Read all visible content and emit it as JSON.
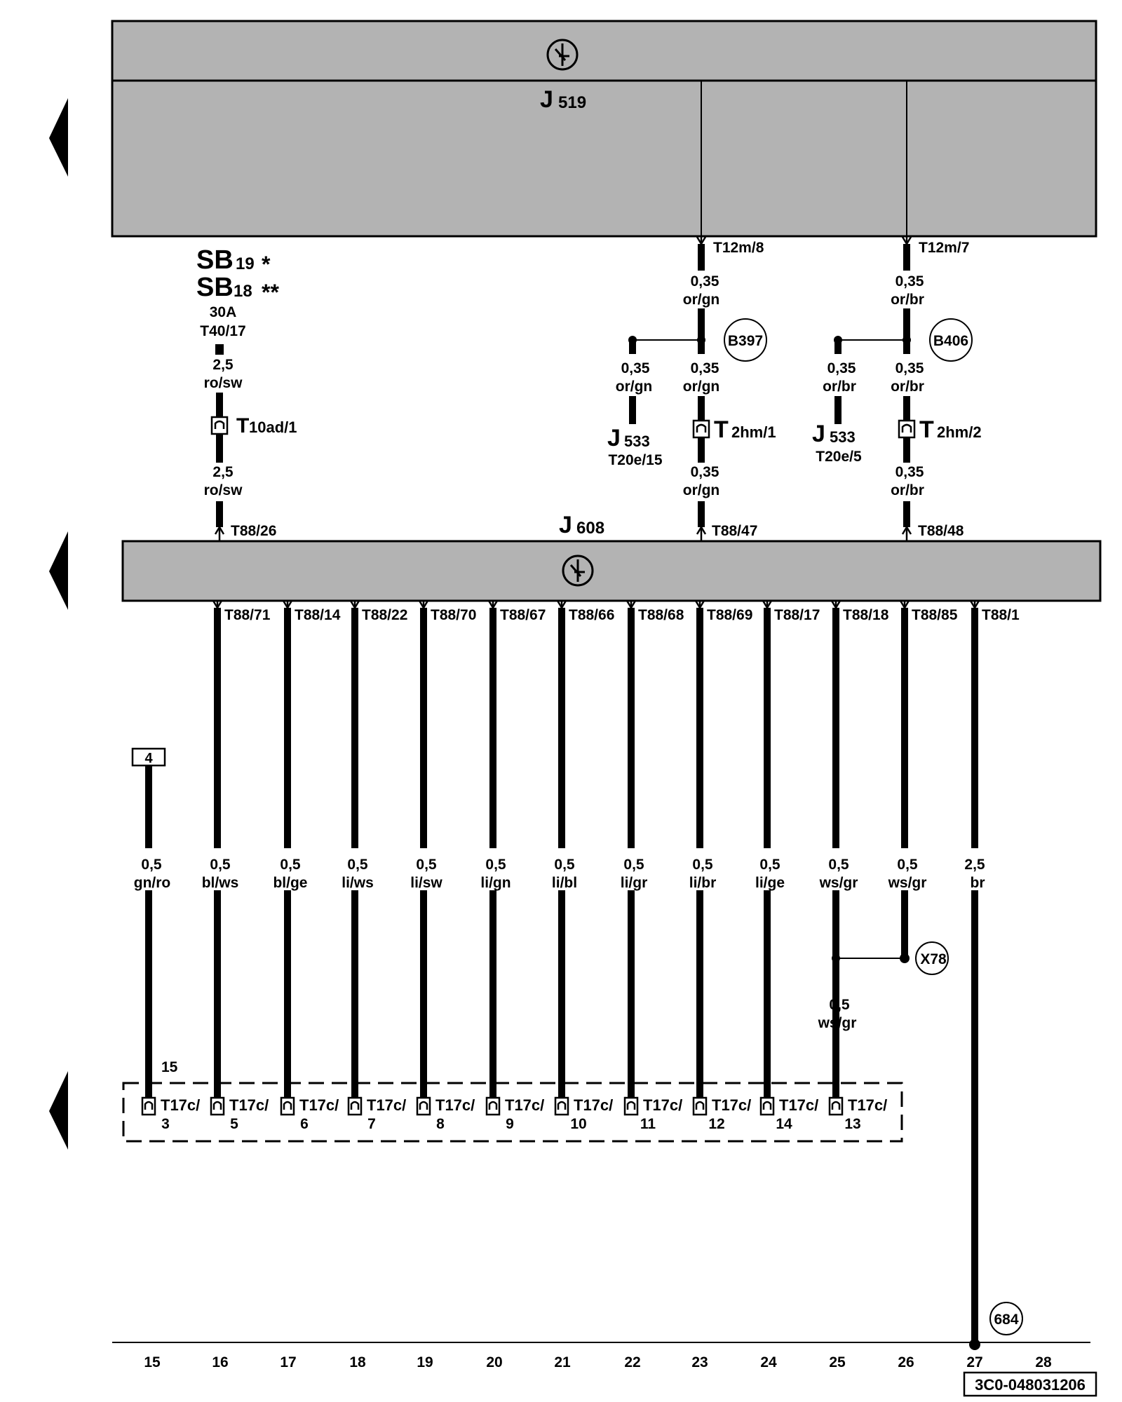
{
  "modules": {
    "j519": {
      "letter": "J",
      "sub": "519"
    },
    "j608": {
      "letter": "J",
      "sub": "608"
    }
  },
  "fuse": {
    "line1": "SB",
    "line1_sub": "19",
    "line1_mark": "*",
    "line2": "SB",
    "line2_sub": "18",
    "line2_mark": "**",
    "rating": "30A",
    "pin": "T40/17",
    "wire_top": {
      "gauge": "2,5",
      "color": "ro/sw"
    },
    "conn": {
      "letter": "T",
      "sub": "10ad/1"
    },
    "wire_bottom": {
      "gauge": "2,5",
      "color": "ro/sw"
    },
    "j608_pin": "T88/26"
  },
  "branch_a": {
    "j519_pin": "T12m/8",
    "wire_top": {
      "gauge": "0,35",
      "color": "or/gn"
    },
    "junction": "B397",
    "left_wire": {
      "gauge": "0,35",
      "color": "or/gn"
    },
    "right_wire": {
      "gauge": "0,35",
      "color": "or/gn"
    },
    "j533": {
      "letter": "J",
      "sub": "533",
      "pin": "T20e/15"
    },
    "conn": {
      "letter": "T",
      "sub": "2hm/1"
    },
    "wire_bottom": {
      "gauge": "0,35",
      "color": "or/gn"
    },
    "j608_pin": "T88/47"
  },
  "branch_b": {
    "j519_pin": "T12m/7",
    "wire_top": {
      "gauge": "0,35",
      "color": "or/br"
    },
    "junction": "B406",
    "left_wire": {
      "gauge": "0,35",
      "color": "or/br"
    },
    "right_wire": {
      "gauge": "0,35",
      "color": "or/br"
    },
    "j533": {
      "letter": "J",
      "sub": "533",
      "pin": "T20e/5"
    },
    "conn": {
      "letter": "T",
      "sub": "2hm/2"
    },
    "wire_bottom": {
      "gauge": "0,35",
      "color": "or/br"
    },
    "j608_pin": "T88/48"
  },
  "bottom_pins": [
    "T88/71",
    "T88/14",
    "T88/22",
    "T88/70",
    "T88/67",
    "T88/66",
    "T88/68",
    "T88/69",
    "T88/17",
    "T88/18",
    "T88/85",
    "T88/1"
  ],
  "wires": [
    {
      "gauge": "0,5",
      "color": "gn/ro"
    },
    {
      "gauge": "0,5",
      "color": "bl/ws"
    },
    {
      "gauge": "0,5",
      "color": "bl/ge"
    },
    {
      "gauge": "0,5",
      "color": "li/ws"
    },
    {
      "gauge": "0,5",
      "color": "li/sw"
    },
    {
      "gauge": "0,5",
      "color": "li/gn"
    },
    {
      "gauge": "0,5",
      "color": "li/bl"
    },
    {
      "gauge": "0,5",
      "color": "li/gr"
    },
    {
      "gauge": "0,5",
      "color": "li/br"
    },
    {
      "gauge": "0,5",
      "color": "li/ge"
    },
    {
      "gauge": "0,5",
      "color": "ws/gr"
    },
    {
      "gauge": "0,5",
      "color": "ws/gr"
    },
    {
      "gauge": "2,5",
      "color": "br"
    }
  ],
  "box_ref": "4",
  "x78": {
    "label": "X78",
    "wire": {
      "gauge": "0,5",
      "color": "ws/gr"
    }
  },
  "t17c": {
    "group_label": "15",
    "prefix": "T17c/",
    "pins": [
      "3",
      "5",
      "6",
      "7",
      "8",
      "9",
      "10",
      "11",
      "12",
      "14",
      "13"
    ]
  },
  "ground": "684",
  "track_numbers": [
    "15",
    "16",
    "17",
    "18",
    "19",
    "20",
    "21",
    "22",
    "23",
    "24",
    "25",
    "26",
    "27",
    "28"
  ],
  "doc_code": "3C0-048031206",
  "colors": {
    "module_fill": "#b3b3b3",
    "line": "#000000"
  },
  "icons": [
    "nav-arrow-left-icon",
    "control-unit-symbol-icon",
    "connector-icon"
  ]
}
